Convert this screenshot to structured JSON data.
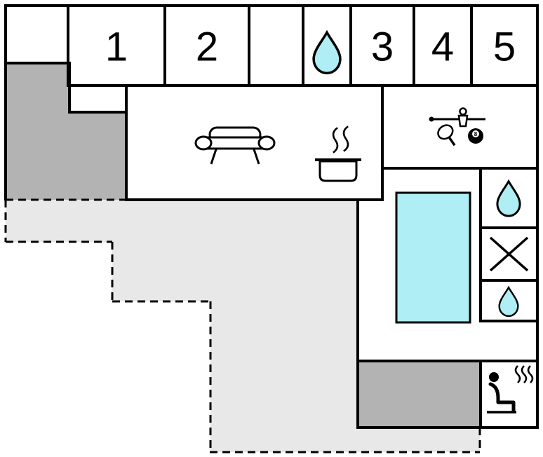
{
  "floorplan": {
    "room_labels": {
      "r1": "1",
      "r2": "2",
      "r3": "3",
      "r4": "4",
      "r5": "5"
    },
    "eight_ball_label": "8",
    "icon_names": [
      "water-drop-icon",
      "sofa-icon",
      "cooking-pot-steam-icon",
      "table-football-icon",
      "eight-ball-icon",
      "crossed-box-icon",
      "sauna-person-steam-icon",
      "swimming-pool"
    ],
    "colors": {
      "wall": "#000000",
      "room_fill": "#ffffff",
      "dark_area": "#b3b3b3",
      "terrace": "#e8e8e8",
      "water": "#aeeef4"
    }
  }
}
